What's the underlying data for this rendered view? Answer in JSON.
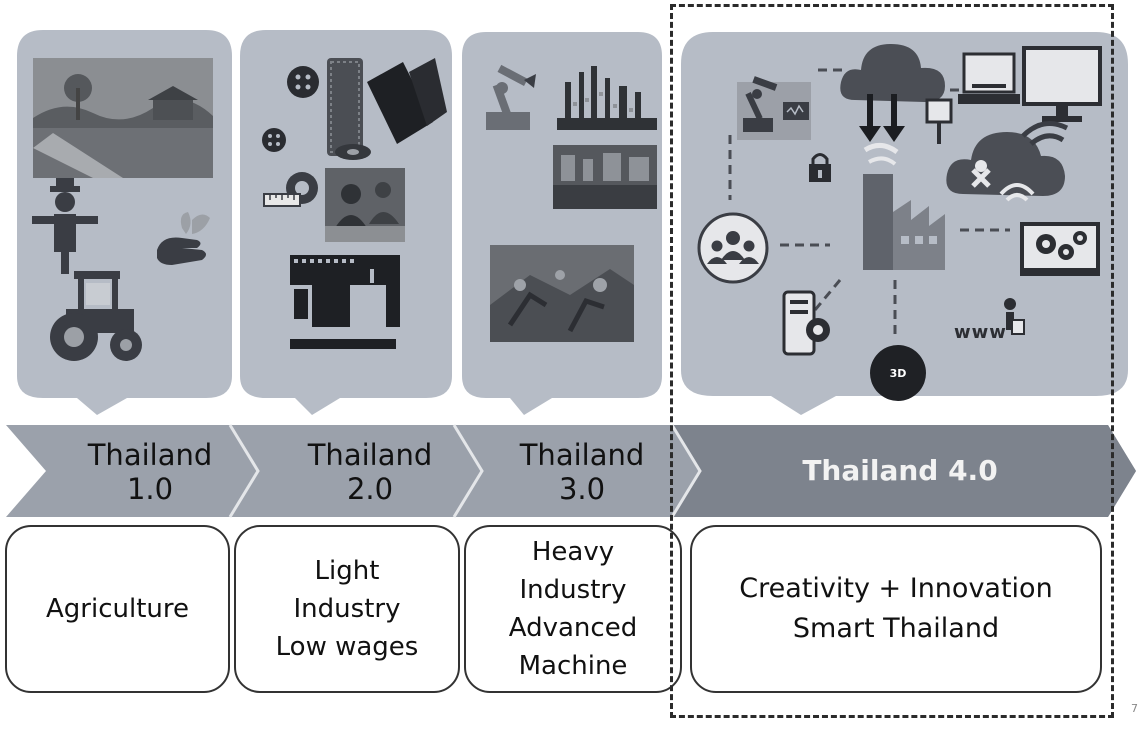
{
  "stages": [
    {
      "label": "Thailand\n1.0",
      "description": "Agriculture"
    },
    {
      "label": "Thailand\n2.0",
      "description": "Light\nIndustry\nLow wages"
    },
    {
      "label": "Thailand\n3.0",
      "description": "Heavy\nIndustry\nAdvanced\nMachine"
    },
    {
      "label": "Thailand 4.0",
      "description": "Creativity + Innovation\nSmart Thailand"
    }
  ],
  "icons": {
    "stage1": [
      "village-photo",
      "scarecrow-icon",
      "hand-plant-icon",
      "tractor-icon"
    ],
    "stage2": [
      "buttons-icon",
      "fabric-rolls-icon",
      "measuring-tape-icon",
      "sewing-workers-photo",
      "sewing-machine-icon"
    ],
    "stage3": [
      "robot-arm-icon",
      "refinery-icon",
      "factory-photo",
      "assembly-line-photo"
    ],
    "stage4": [
      "robot-computer-icon",
      "cloud-icon",
      "laptop-icon",
      "monitor-icon",
      "lock-icon",
      "smart-factory-icon",
      "wifi-tools-icon",
      "people-icon",
      "gears-screen-icon",
      "mobile-gear-icon",
      "3d-badge-icon",
      "www-person-icon"
    ]
  },
  "badge_3d": "3D",
  "www_text": "www",
  "page_number": "7",
  "colors": {
    "bubble": "#b6bcc6",
    "arrow_band": "#9ba1ab",
    "arrow_dark": "#7d838d",
    "icon": "#3a3d44",
    "dashed_border": "#2b2b2b"
  }
}
